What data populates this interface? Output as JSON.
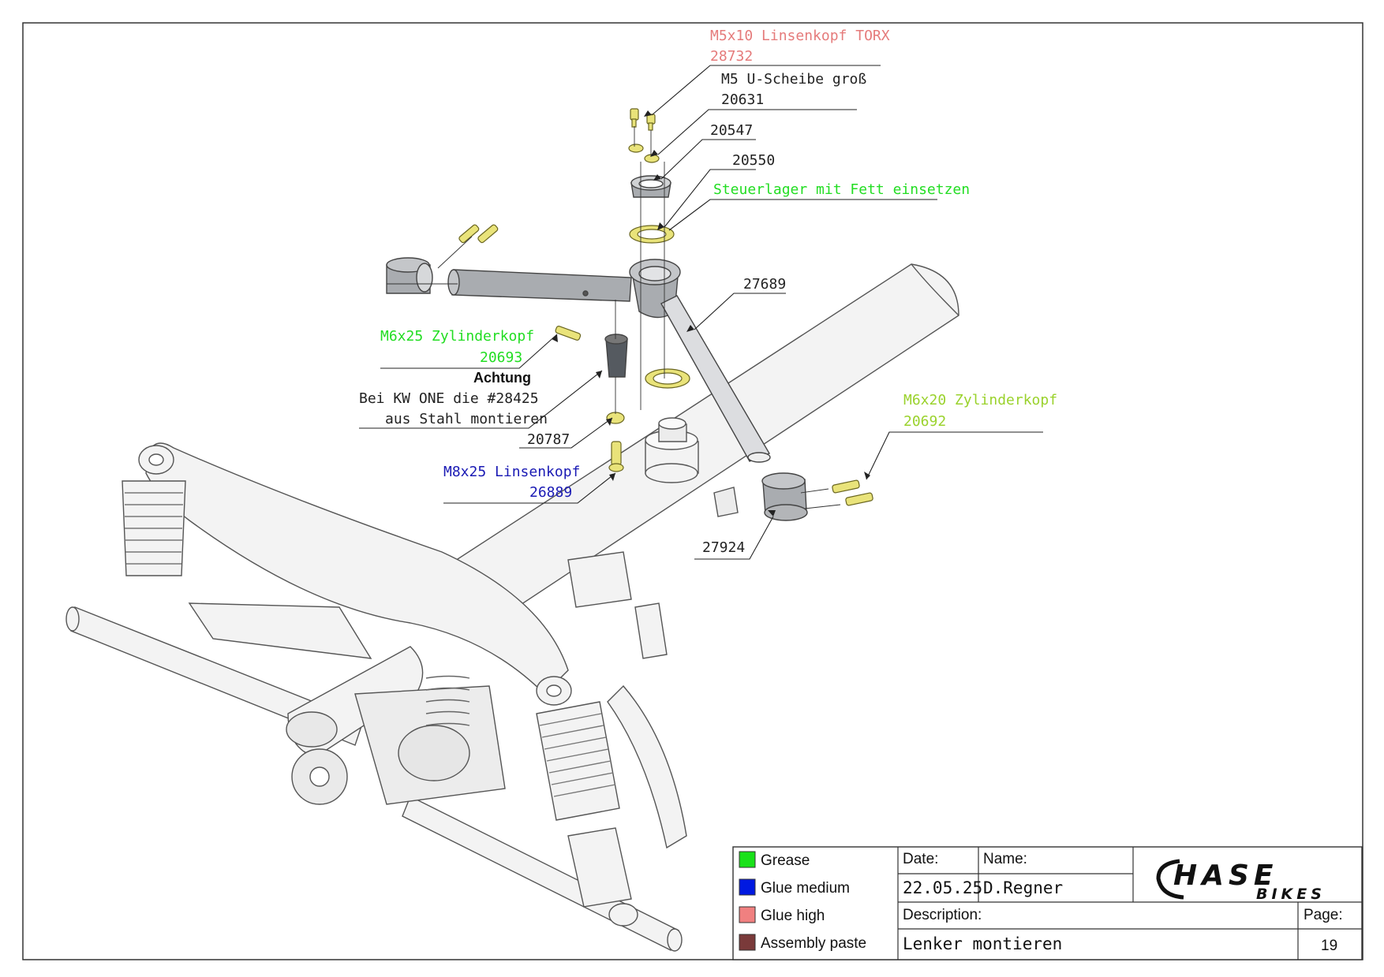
{
  "colors": {
    "grease": "#19e119",
    "glue_medium": "#0019e1",
    "glue_high": "#f08080",
    "assembly_paste": "#7a3a3a",
    "label_glue_high": "#e57b7b",
    "label_grease": "#22dd22",
    "label_grease_alt": "#9ad22c",
    "label_glue_medium": "#1a1ab4",
    "label_default": "#222222",
    "part_metal": "#a9acb0",
    "part_yellow": "#e9e37a",
    "frame": "#f2f2f2"
  },
  "callouts": {
    "torx_name": "M5x10 Linsenkopf TORX",
    "torx_number": "28732",
    "washer_name": "M5 U-Scheibe groß",
    "washer_number": "20631",
    "part_20547": "20547",
    "part_20550": "20550",
    "steuerlager_note": "Steuerlager mit Fett einsetzen",
    "part_27689": "27689",
    "m6x25_name": "M6x25 Zylinderkopf",
    "m6x25_number": "20693",
    "warning_title": "Achtung",
    "warning_line1": "Bei KW ONE die #28425",
    "warning_line2": "aus Stahl montieren",
    "part_20787": "20787",
    "m8x25_name": "M8x25 Linsenkopf",
    "m8x25_number": "26889",
    "m6x20_name": "M6x20 Zylinderkopf",
    "m6x20_number": "20692",
    "part_27924": "27924"
  },
  "legend": [
    {
      "label": "Grease",
      "color_key": "grease"
    },
    {
      "label": "Glue medium",
      "color_key": "glue_medium"
    },
    {
      "label": "Glue high",
      "color_key": "glue_high"
    },
    {
      "label": "Assembly paste",
      "color_key": "assembly_paste"
    }
  ],
  "title_block": {
    "date_label": "Date:",
    "date_value": "22.05.25",
    "name_label": "Name:",
    "name_value": "D.Regner",
    "description_label": "Description:",
    "description_value": "Lenker montieren",
    "page_label": "Page:",
    "page_value": "19",
    "logo_main": "HASE",
    "logo_sub": "BIKES"
  }
}
